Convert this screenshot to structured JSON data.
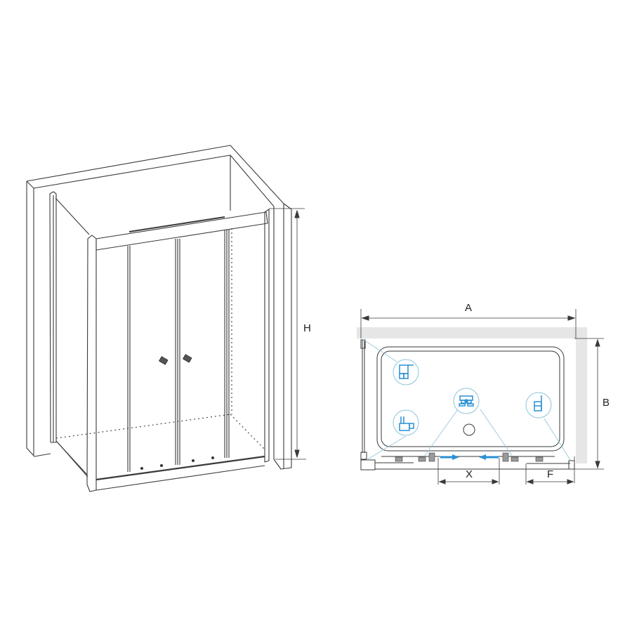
{
  "diagram": {
    "type": "technical drawing",
    "subject": "shower enclosure with two-part sliding doors",
    "views": [
      {
        "name": "perspective-view",
        "dimension_labels": {
          "height": "H"
        }
      },
      {
        "name": "plan-view",
        "dimension_labels": {
          "width": "A",
          "depth": "B",
          "opening": "X",
          "fixed_panel": "F"
        },
        "detail_callouts": [
          "top-left-wall-profile",
          "bottom-left-corner-profile",
          "center-roller-detail",
          "right-wall-profile"
        ],
        "arrows": [
          "slide-right",
          "slide-left"
        ]
      }
    ]
  },
  "labels": {
    "H": "H",
    "A": "A",
    "B": "B",
    "X": "X",
    "F": "F"
  },
  "colors": {
    "line": "#3a3a3a",
    "accent": "#2a8fd6",
    "wall_fill": "#e6e6e6",
    "callout_line": "#8cc4d8"
  }
}
